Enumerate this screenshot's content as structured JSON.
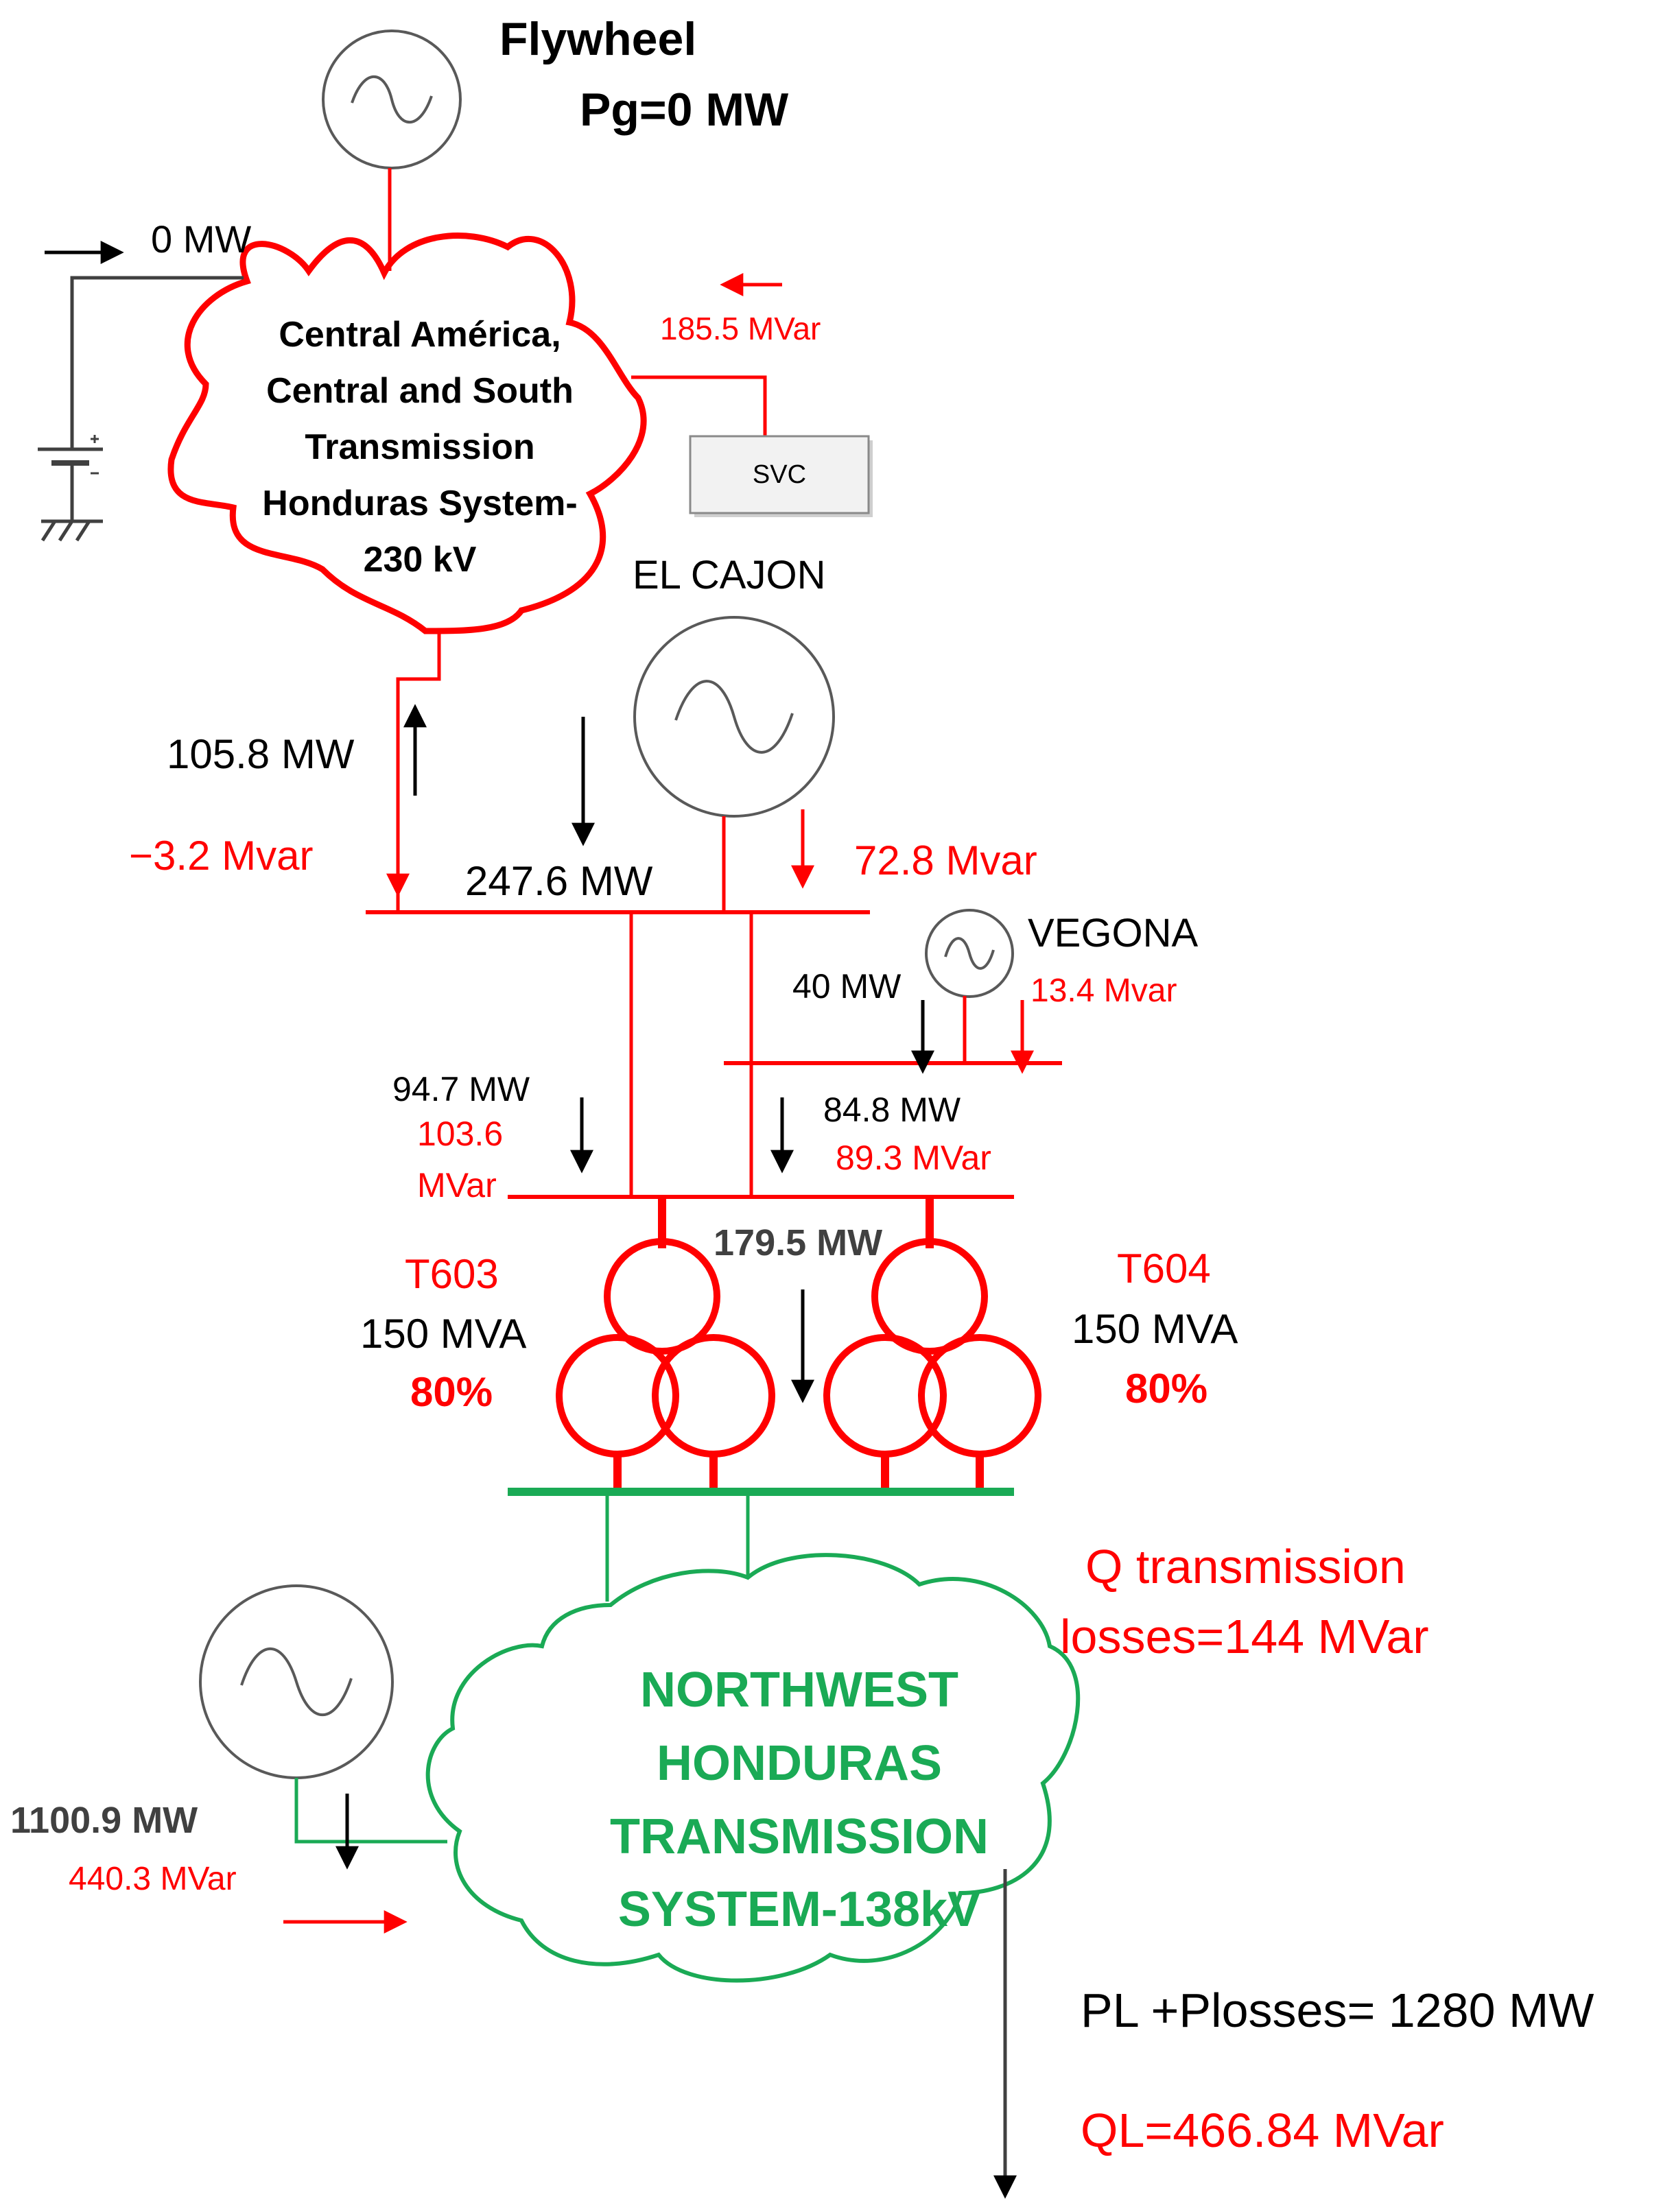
{
  "colors": {
    "red": "#ff0000",
    "black": "#000000",
    "green": "#1aaa55",
    "gray": "#595959",
    "wire": "#404040"
  },
  "icons": {
    "generator": "generator-icon",
    "battery": "battery-icon",
    "ground": "ground-icon",
    "transformer": "three-winding-transformer-icon",
    "arrow": "arrow-icon"
  },
  "flywheel": {
    "title": "Flywheel",
    "pg": "Pg=0 MW",
    "battery_flow": "0 MW"
  },
  "svc": {
    "label": "SVC",
    "flow": "185.5 MVar"
  },
  "central_system": {
    "lines": [
      "Central América,",
      "Central and South",
      "Transmission",
      "Honduras System-",
      "230 kV"
    ]
  },
  "tie_line": {
    "mw": "105.8 MW",
    "mvar": "−3.2 Mvar"
  },
  "el_cajon": {
    "name": "EL CAJON",
    "mw": "247.6 MW",
    "mvar": "72.8 Mvar"
  },
  "vegona": {
    "name": "VEGONA",
    "mw": "40 MW",
    "mvar": "13.4 Mvar"
  },
  "feeder_left": {
    "mw": "94.7 MW",
    "mvar_1": "103.6",
    "mvar_2": "MVar"
  },
  "feeder_right": {
    "mw": "84.8 MW",
    "mvar": "89.3 MVar"
  },
  "transformer_flow": "179.5 MW",
  "t603": {
    "name": "T603",
    "rating": "150 MVA",
    "loading": "80%"
  },
  "t604": {
    "name": "T604",
    "rating": "150 MVA",
    "loading": "80%"
  },
  "q_losses": {
    "line1": "Q transmission",
    "line2": "losses=144 MVar"
  },
  "northwest_system": {
    "lines": [
      "NORTHWEST",
      "HONDURAS",
      "TRANSMISSION",
      "SYSTEM-138kV"
    ]
  },
  "northwest_generation": {
    "mw": "1100.9 MW",
    "mvar": "440.3 MVar"
  },
  "load": {
    "p": "PL +Plosses= 1280 MW",
    "q": "QL=466.84 MVar"
  }
}
